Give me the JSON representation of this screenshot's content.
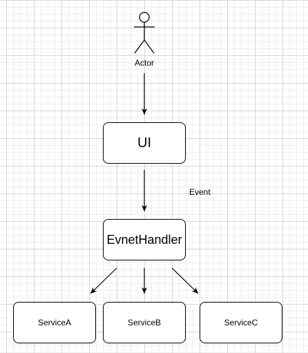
{
  "diagram": {
    "actor": {
      "label": "Actor",
      "icon": "stick-figure-actor-icon"
    },
    "edge_label": "Event",
    "nodes": {
      "ui": "UI",
      "handler": "EvnetHandler",
      "service_a": "ServiceA",
      "service_b": "ServiceB",
      "service_c": "ServiceC"
    },
    "edges": [
      {
        "from": "Actor",
        "to": "UI"
      },
      {
        "from": "UI",
        "to": "EvnetHandler",
        "label": "Event"
      },
      {
        "from": "EvnetHandler",
        "to": "ServiceA"
      },
      {
        "from": "EvnetHandler",
        "to": "ServiceB"
      },
      {
        "from": "EvnetHandler",
        "to": "ServiceC"
      }
    ],
    "colors": {
      "stroke": "#000000",
      "fill": "#ffffff",
      "grid": "#d6d6d6"
    }
  }
}
